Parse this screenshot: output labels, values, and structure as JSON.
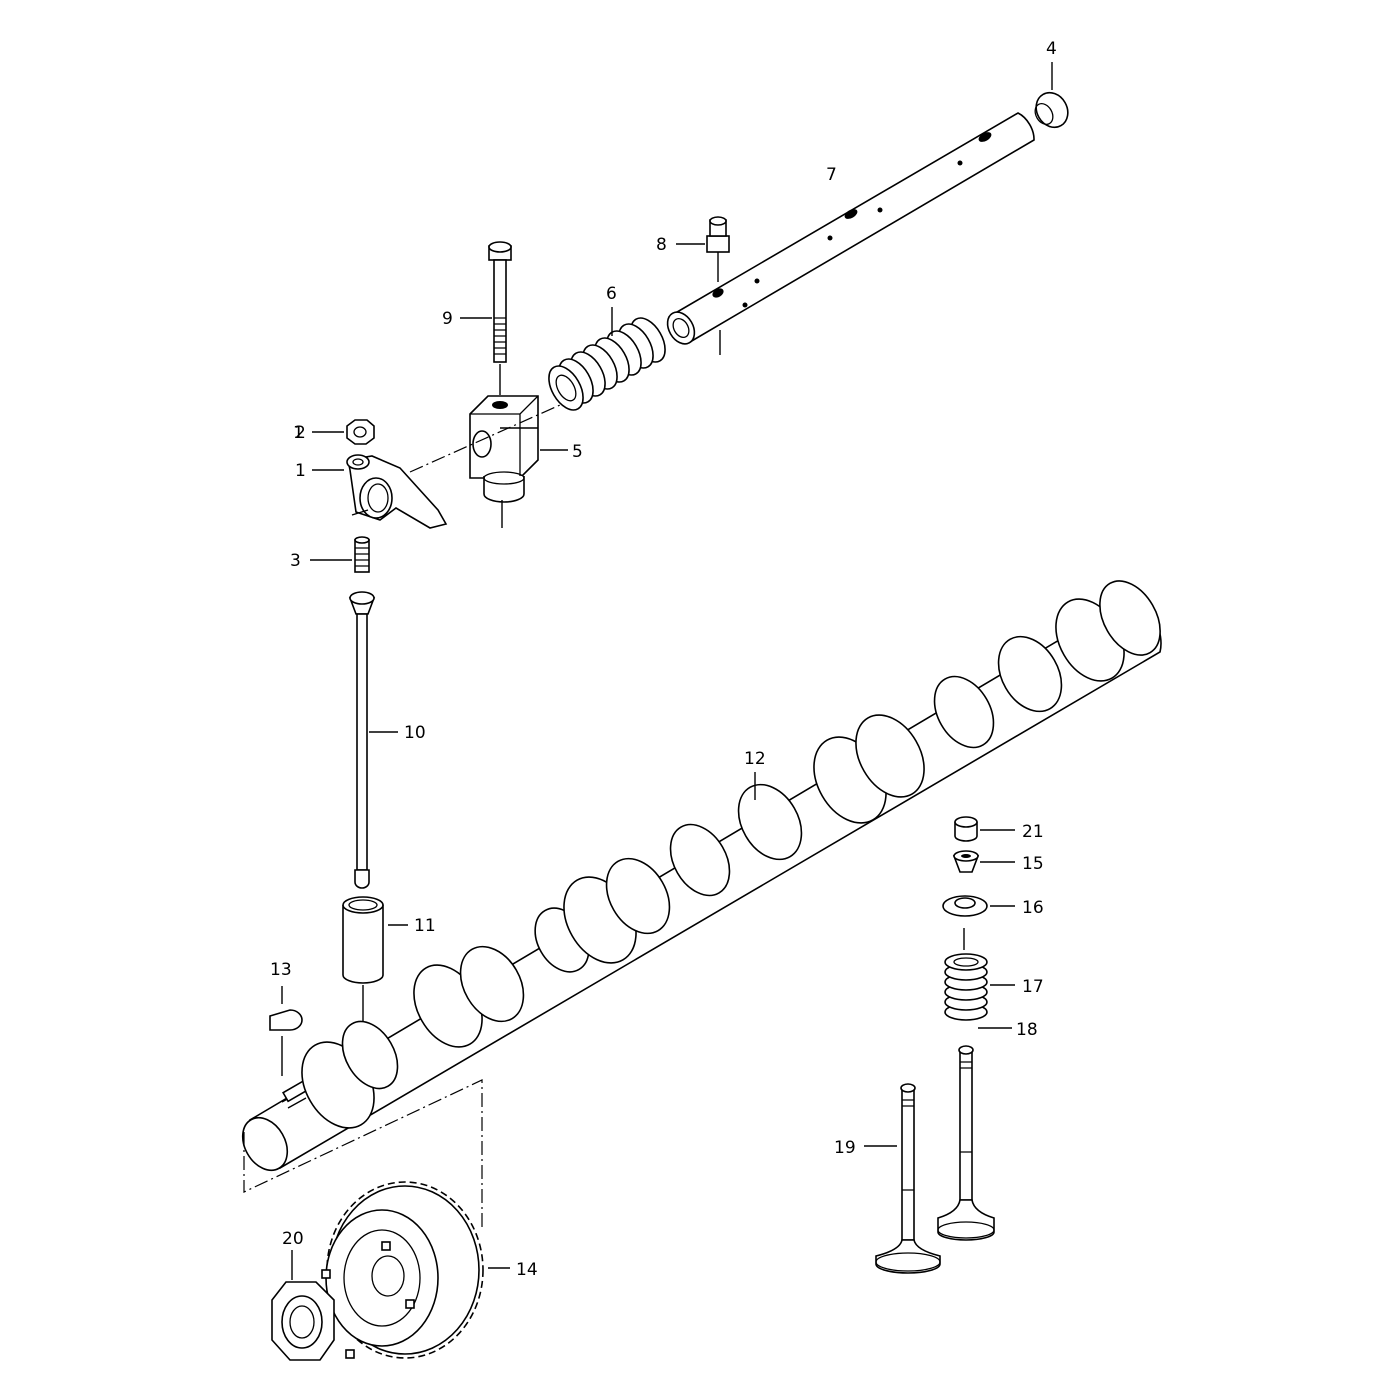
{
  "diagram": {
    "type": "exploded-parts-view",
    "callouts": [
      "1",
      "2",
      "3",
      "4",
      "5",
      "6",
      "7",
      "8",
      "9",
      "10",
      "11",
      "12",
      "13",
      "14",
      "15",
      "16",
      "17",
      "18",
      "19",
      "20",
      "21"
    ]
  }
}
